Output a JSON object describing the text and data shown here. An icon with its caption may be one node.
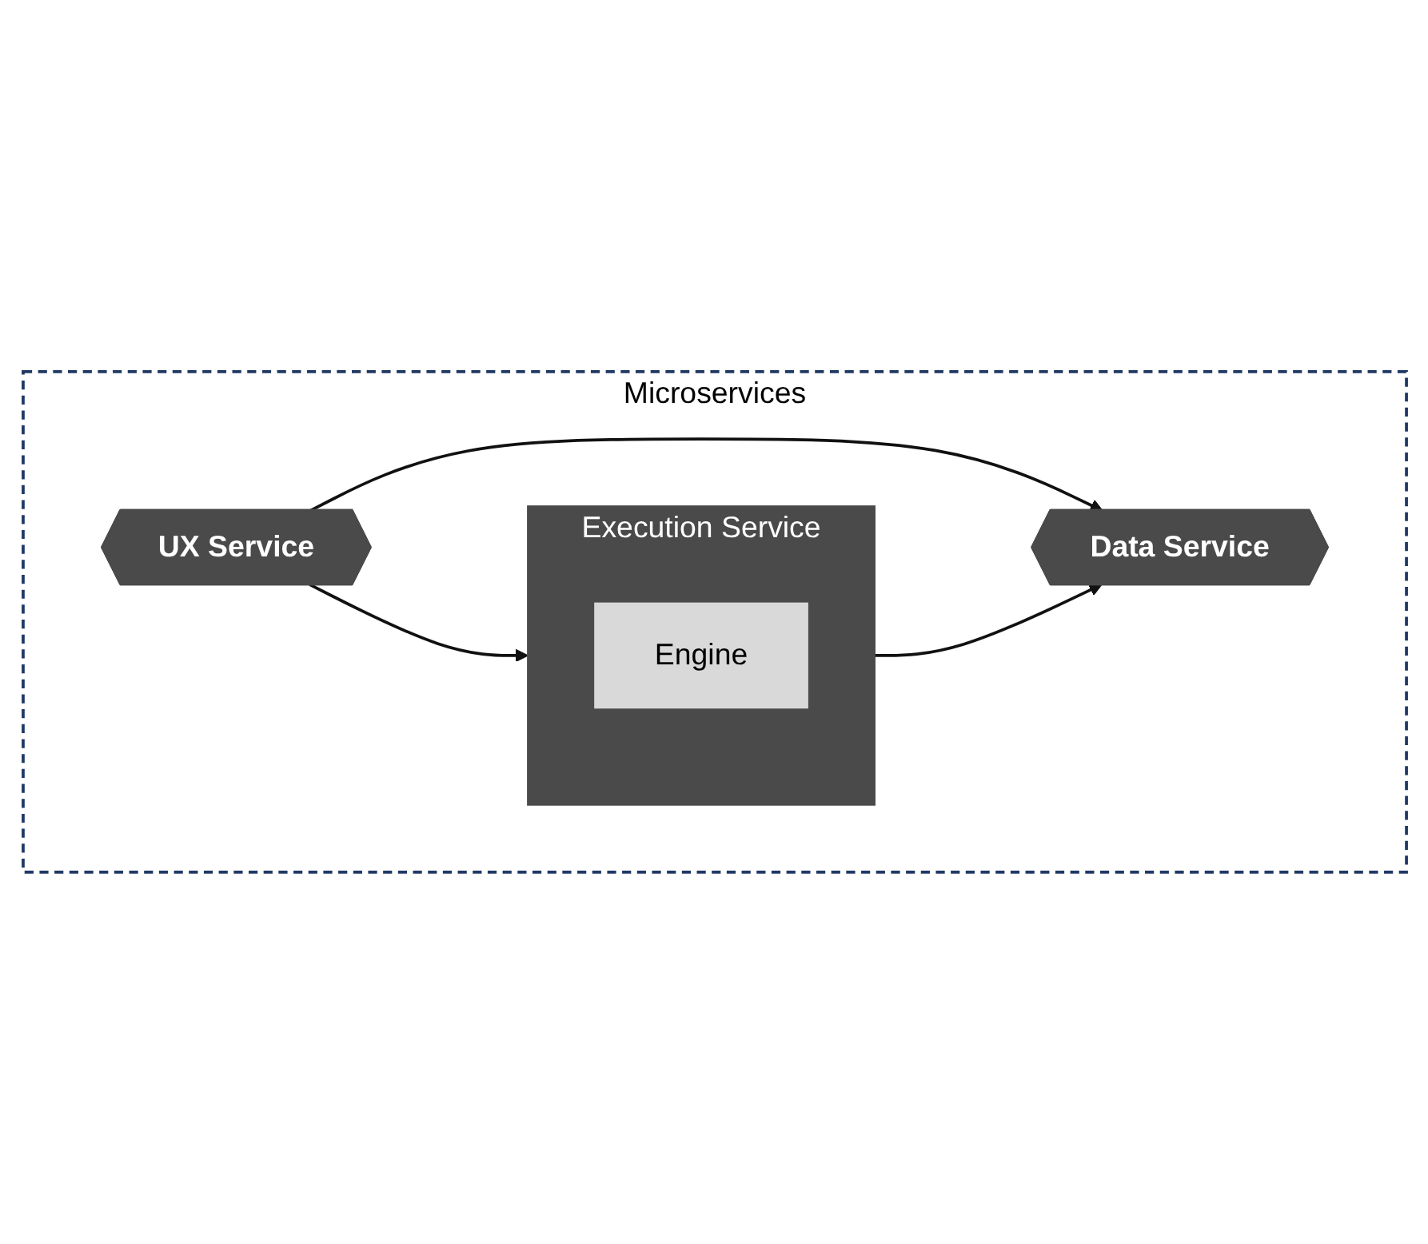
{
  "diagram": {
    "nodes": [
      {
        "text": [
          "Microservices"
        ]
      },
      {
        "text": [
          "UX Service"
        ],
        "in": 0
      },
      {
        "text": [
          "Data Service"
        ],
        "in": 0
      },
      {
        "text": [
          "Execution Service"
        ],
        "in": 0
      },
      {
        "text": [
          "Engine"
        ],
        "in": 3
      }
    ],
    "edges": [
      {
        "from": 1,
        "to": 2,
        "arrow": "to"
      },
      {
        "from": 1,
        "to": 3,
        "arrow": "to"
      },
      {
        "from": 3,
        "to": 2,
        "arrow": "to"
      }
    ]
  }
}
